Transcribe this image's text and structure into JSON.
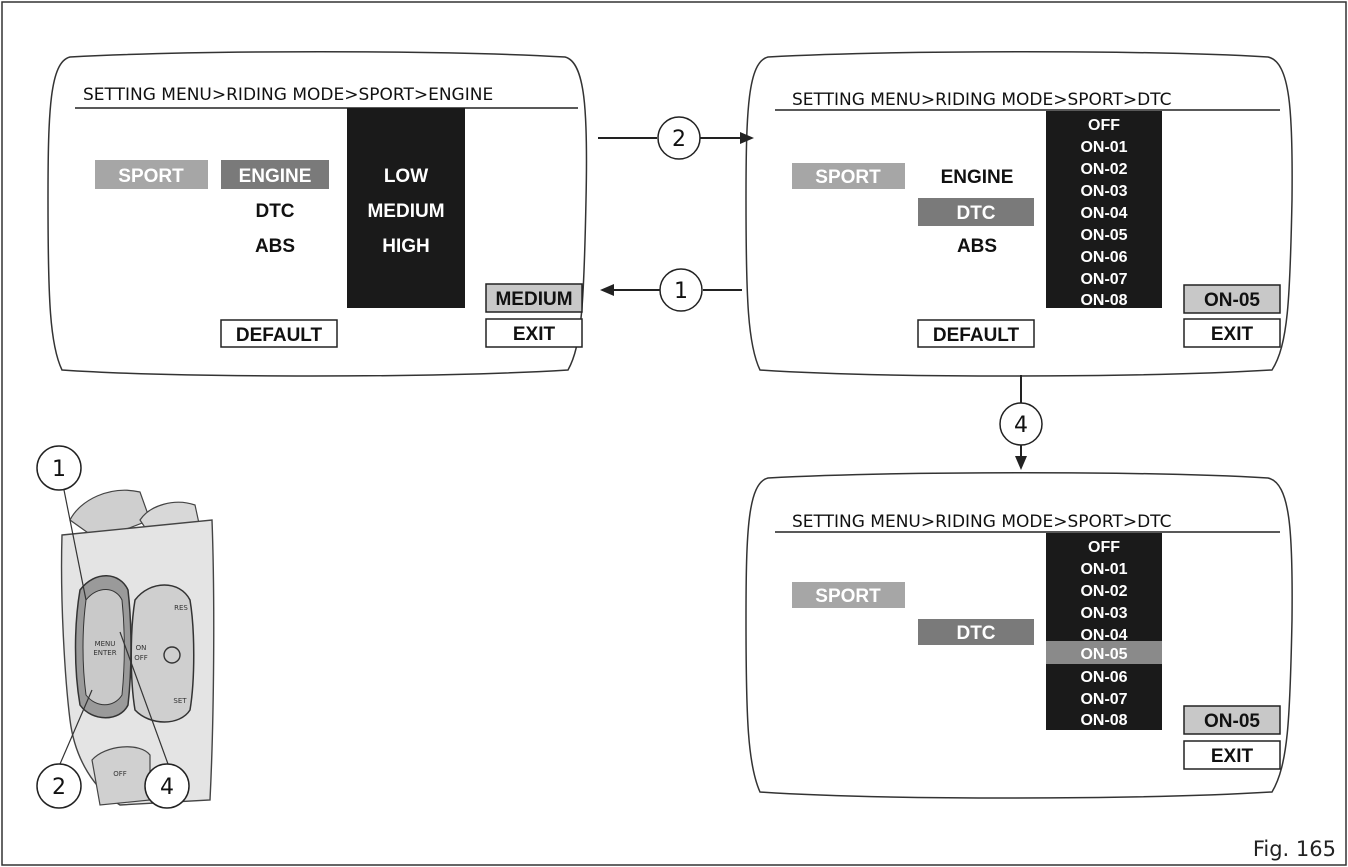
{
  "figure_label": "Fig. 165",
  "screens": {
    "engine": {
      "breadcrumb": "SETTING MENU>RIDING MODE>SPORT>ENGINE",
      "mode": "SPORT",
      "menu": [
        "ENGINE",
        "DTC",
        "ABS"
      ],
      "options": [
        "LOW",
        "MEDIUM",
        "HIGH"
      ],
      "value": "MEDIUM",
      "default_label": "DEFAULT",
      "exit_label": "EXIT"
    },
    "dtc": {
      "breadcrumb": "SETTING MENU>RIDING MODE>SPORT>DTC",
      "mode": "SPORT",
      "menu": [
        "ENGINE",
        "DTC",
        "ABS"
      ],
      "options": [
        "OFF",
        "ON-01",
        "ON-02",
        "ON-03",
        "ON-04",
        "ON-05",
        "ON-06",
        "ON-07",
        "ON-08"
      ],
      "value": "ON-05",
      "default_label": "DEFAULT",
      "exit_label": "EXIT"
    },
    "dtc_select": {
      "breadcrumb": "SETTING MENU>RIDING MODE>SPORT>DTC",
      "mode": "SPORT",
      "menu_item": "DTC",
      "options": [
        "OFF",
        "ON-01",
        "ON-02",
        "ON-03",
        "ON-04",
        "ON-05",
        "ON-06",
        "ON-07",
        "ON-08"
      ],
      "highlighted": "ON-05",
      "value": "ON-05",
      "exit_label": "EXIT"
    }
  },
  "arrows": {
    "engine_to_dtc": "2",
    "dtc_to_engine": "1",
    "dtc_to_select": "4"
  },
  "controller": {
    "callouts": [
      "1",
      "2",
      "4"
    ],
    "labels": {
      "menu_enter": [
        "MENU",
        "ENTER"
      ],
      "on_off": [
        "ON",
        "OFF"
      ],
      "res": "RES",
      "set": "SET",
      "off": "OFF"
    }
  },
  "colors": {
    "sport_bg": "#a6a6a6",
    "selected_bg": "#7a7a7a",
    "list_bg": "#1a1a1a",
    "value_bg": "#c8c8c8",
    "list_highlight": "#8a8a8a"
  }
}
